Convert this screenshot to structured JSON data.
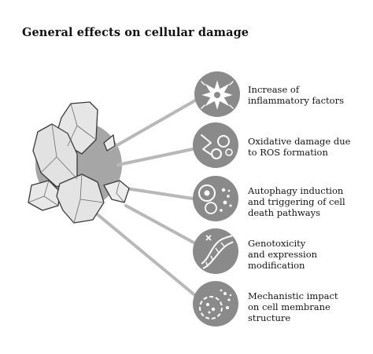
{
  "title": "General effects on cellular damage",
  "colors": {
    "icon_fill": "#8a8a8a",
    "particle_disc": "#a6a6a6",
    "stone_fill": "#e4e4e4",
    "stone_outline": "#3a3a3a",
    "connector": "#b5b5b5"
  },
  "effects": [
    {
      "label": "Increase of\ninflammatory factors",
      "icon": "inflammation-burst-icon"
    },
    {
      "label": "Oxidative damage due\nto ROS formation",
      "icon": "ros-molecule-icon"
    },
    {
      "label": "Autophagy induction\nand triggering of cell\ndeath pathways",
      "icon": "cell-death-icon"
    },
    {
      "label": "Genotoxicity\nand expression\nmodification",
      "icon": "dna-helix-icon"
    },
    {
      "label": "Mechanistic impact\non cell membrane\nstructure",
      "icon": "membrane-damage-icon"
    }
  ]
}
